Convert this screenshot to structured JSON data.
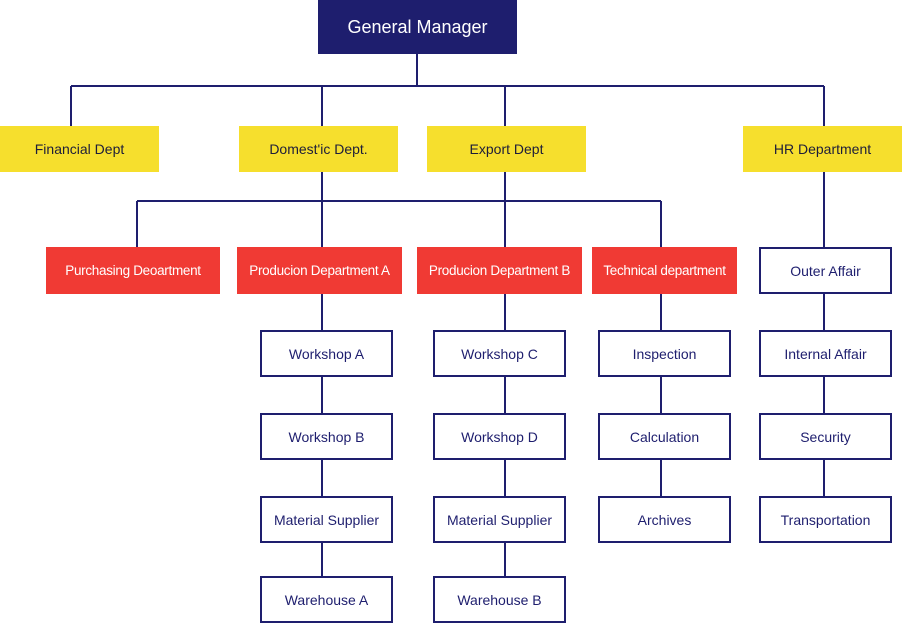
{
  "chart": {
    "general_manager": "General Manager",
    "departments": {
      "financial": "Financial Dept",
      "domestic": "Domest'ic Dept.",
      "export": "Export Dept",
      "hr": "HR Department"
    },
    "sub_departments": {
      "purchasing": "Purchasing Deoartment",
      "production_a": "Producion  Department A",
      "production_b": "Producion  Department B",
      "technical": "Technical department"
    },
    "production_a_units": [
      "Workshop A",
      "Workshop B",
      "Material Supplier",
      "Warehouse A"
    ],
    "production_b_units": [
      "Workshop C",
      "Workshop D",
      "Material Supplier",
      "Warehouse B"
    ],
    "technical_units": [
      "Inspection",
      "Calculation",
      "Archives"
    ],
    "hr_units": [
      "Outer Affair",
      "Internal Affair",
      "Security",
      "Transportation"
    ]
  },
  "colors": {
    "navy": "#1e1e6e",
    "yellow": "#f6df2d",
    "red": "#f03a34",
    "line": "#1e1e6e"
  }
}
